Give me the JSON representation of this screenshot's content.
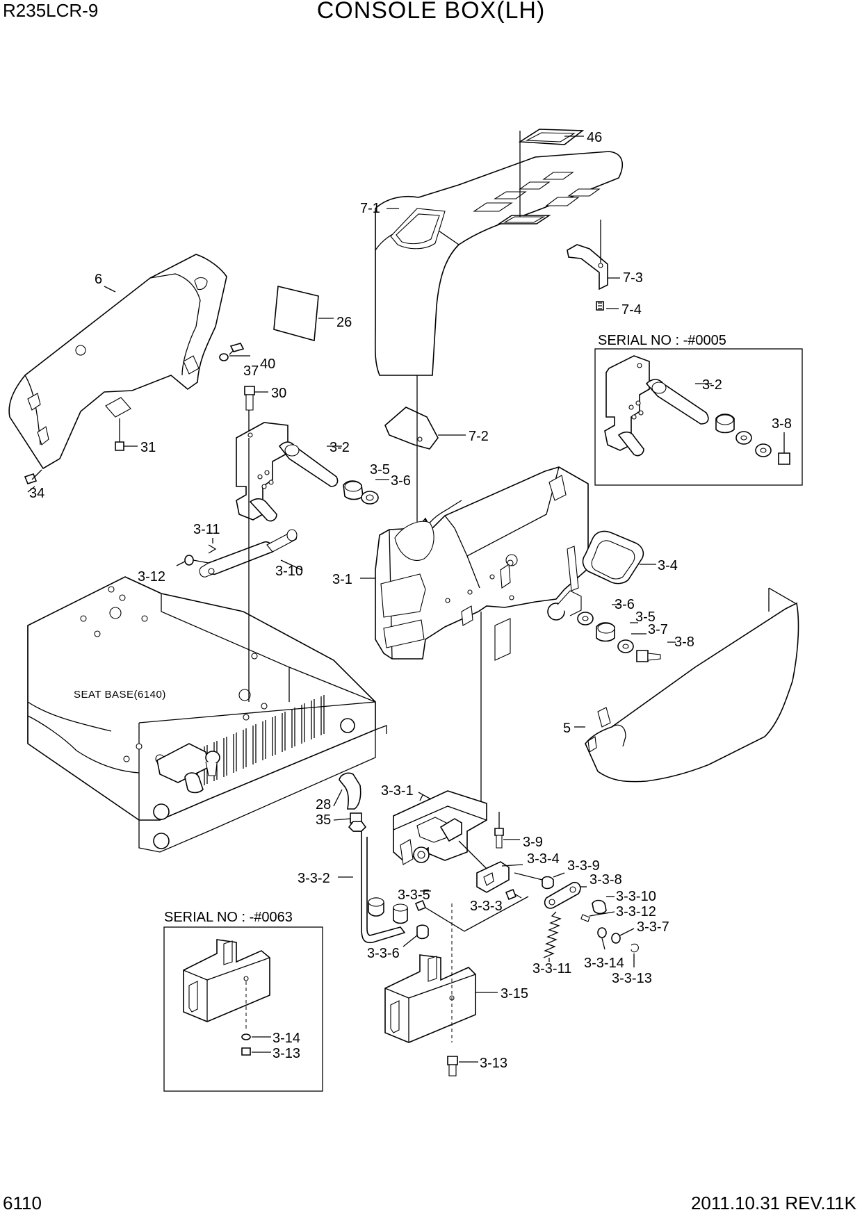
{
  "header": {
    "model": "R235LCR-9",
    "title": "CONSOLE BOX(LH)"
  },
  "footer": {
    "page_number": "6110",
    "revision": "2011.10.31  REV.11K"
  },
  "parts": {
    "p46": "46",
    "p7_1": "7-1",
    "p7_3": "7-3",
    "p7_4": "7-4",
    "p6": "6",
    "p26": "26",
    "p40": "40",
    "p37": "37",
    "p30": "30",
    "p31": "31",
    "p34": "34",
    "p3_2": "3-2",
    "p7_2": "7-2",
    "p3_5": "3-5",
    "p3_6": "3-6",
    "p3_11": "3-11",
    "p3_12": "3-12",
    "p3_10": "3-10",
    "p3_1": "3-1",
    "p3_4": "3-4",
    "p3_6b": "3-6",
    "p3_5b": "3-5",
    "p3_7": "3-7",
    "p3_8": "3-8",
    "p5": "5",
    "p28": "28",
    "p35": "35",
    "p3_3_1": "3-3-1",
    "p3_9": "3-9",
    "p3_3_4": "3-3-4",
    "p3_3_9": "3-3-9",
    "p3_3_8": "3-3-8",
    "p3_3_2": "3-3-2",
    "p3_3_5": "3-3-5",
    "p3_3_3": "3-3-3",
    "p3_3_10": "3-3-10",
    "p3_3_12": "3-3-12",
    "p3_3_7": "3-3-7",
    "p3_3_6": "3-3-6",
    "p3_3_11": "3-3-11",
    "p3_3_14": "3-3-14",
    "p3_3_13": "3-3-13",
    "p3_15": "3-15",
    "p3_13": "3-13"
  },
  "inset_a": {
    "title": "SERIAL NO : -#0005",
    "p3_2": "3-2",
    "p3_8": "3-8"
  },
  "inset_b": {
    "title": "SERIAL NO : -#0063",
    "p3_14": "3-14",
    "p3_13": "3-13"
  },
  "seat_base_label": "SEAT BASE(6140)",
  "icons": {
    "drawing": "exploded-parts-diagram"
  }
}
